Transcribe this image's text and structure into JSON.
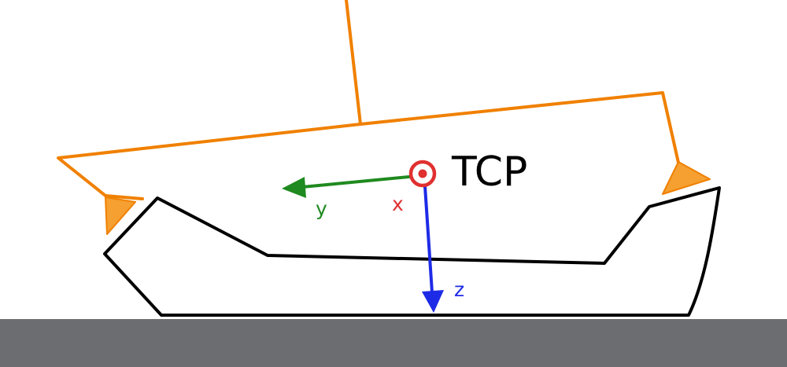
{
  "diagram": {
    "tcp_label": "TCP",
    "axes": {
      "x": {
        "label": "x",
        "color": "#e03030"
      },
      "y": {
        "label": "y",
        "color": "#1f8a1f"
      },
      "z": {
        "label": "z",
        "color": "#1e2be6"
      }
    },
    "colors": {
      "gripper": "#f08000",
      "gripper_pad": "#f5a030",
      "workpiece": "#000000",
      "floor": "#6b6d70"
    }
  }
}
